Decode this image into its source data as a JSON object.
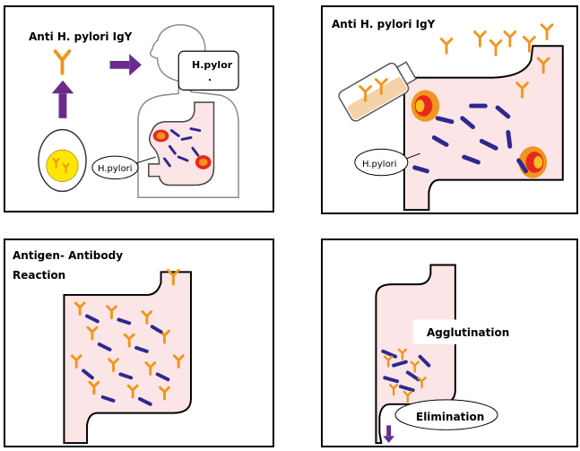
{
  "panel1": {
    "title": "Anti H. pylori IgY",
    "speech": [
      "H.pylor",
      "."
    ],
    "bacteria_tag": "H.pylori"
  },
  "panel2": {
    "title": "Anti H. pylori IgY",
    "bacteria_tag": "H.pylori"
  },
  "panel3": {
    "title": [
      "Antigen- Antibody",
      "Reaction"
    ]
  },
  "panel4": {
    "agglutination": "Agglutination",
    "elimination": "Elimination"
  },
  "colors": {
    "stomach_fill": "#fbe5e6",
    "antibody": "#f0961e",
    "bacterium": "#2e2890",
    "arrow": "#6a2b8e",
    "egg_yolk": "#ffe600",
    "infection_red": "#e8281e"
  },
  "icons": [
    "egg-icon",
    "antibody-icon",
    "person-icon",
    "stomach-icon",
    "bottle-icon",
    "bacterium-icon",
    "arrow-icon"
  ]
}
